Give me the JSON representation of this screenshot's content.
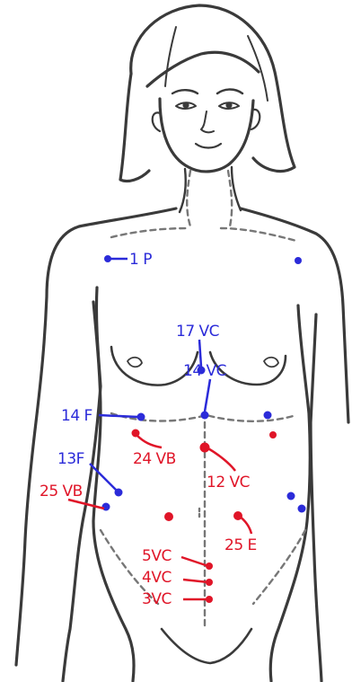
{
  "colors": {
    "blue": "#2b2bd9",
    "red": "#e01528",
    "outline": "#3a3a3a",
    "dashed": "#777777"
  },
  "labels": {
    "p1": "1 P",
    "vc17": "17 VC",
    "vc14": "14 VC",
    "f14": "14 F",
    "f13": "13F",
    "vb24": "24 VB",
    "vc12": "12 VC",
    "vb25": "25 VB",
    "e25": "25 E",
    "vc5": "5VC",
    "vc4": "4VC",
    "vc3": "3VC"
  }
}
